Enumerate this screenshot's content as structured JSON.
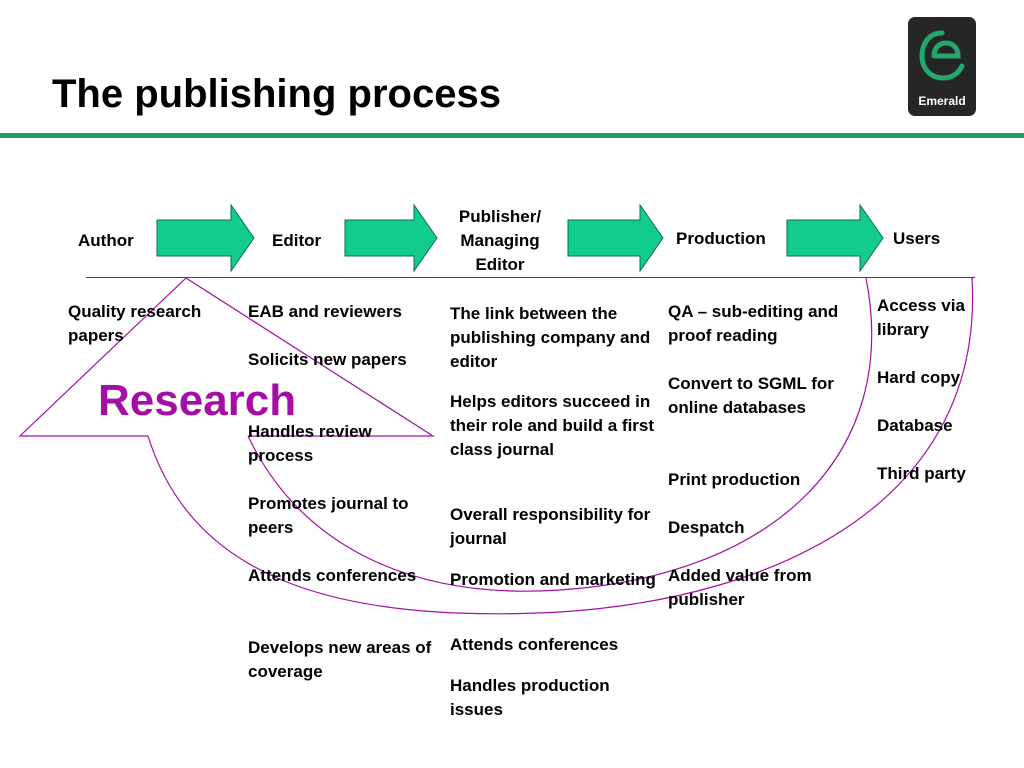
{
  "header": {
    "title": "The publishing process",
    "logo_label": "Emerald"
  },
  "colors": {
    "accent_green": "#1fa064",
    "arrow_fill": "#12cc8f",
    "research_purple": "#a40ea4"
  },
  "stages": {
    "author": "Author",
    "editor": "Editor",
    "publisher_line1": "Publisher/",
    "publisher_line2": "Managing",
    "publisher_line3": "Editor",
    "production": "Production",
    "users": "Users"
  },
  "columns": {
    "author": [
      "Quality research papers"
    ],
    "editor": [
      "EAB and reviewers",
      "Solicits new papers",
      "Handles review process",
      "Promotes journal to peers",
      "Attends conferences",
      "Develops new areas of coverage"
    ],
    "publisher": [
      "The link between the publishing company and editor",
      "Helps editors succeed in their role and build a first class journal",
      "Overall responsibility for journal",
      "Promotion and marketing",
      "Attends conferences",
      "Handles production issues"
    ],
    "production": [
      "QA – sub-editing and proof reading",
      "Convert to SGML for online databases",
      "Print production",
      "Despatch",
      "Added value from publisher"
    ],
    "users": [
      "Access via library",
      "Hard copy",
      "Database",
      "Third party"
    ]
  },
  "research_label": "Research"
}
